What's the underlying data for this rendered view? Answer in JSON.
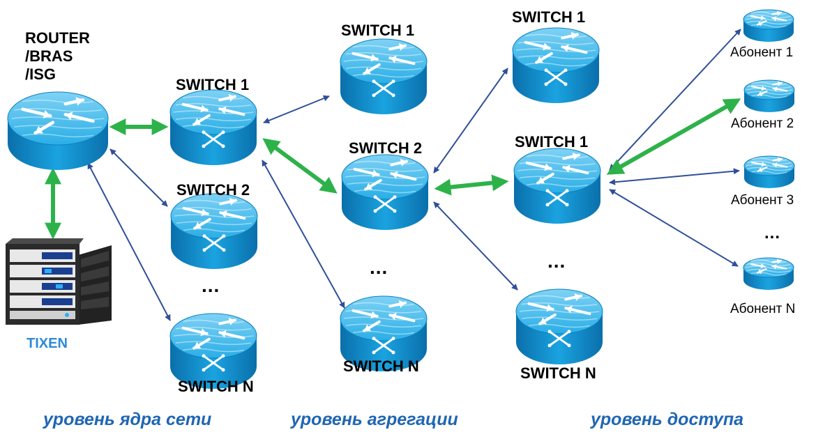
{
  "router": {
    "label": "ROUTER\n/BRAS\n/ISG"
  },
  "server": {
    "label": "TIXEN"
  },
  "core": {
    "switch_top": "SWITCH 1",
    "switch_mid": "SWITCH 2",
    "switch_bottom": "SWITCH N",
    "ellipsis": "..."
  },
  "aggregation": {
    "switch_top": "SWITCH 1",
    "switch_mid": "SWITCH 2",
    "switch_bottom": "SWITCH N",
    "ellipsis": "..."
  },
  "access": {
    "switch_top": "SWITCH 1",
    "switch_mid": "SWITCH 1",
    "switch_bottom": "SWITCH N",
    "ellipsis": "..."
  },
  "subscribers": {
    "s1": "Абонент 1",
    "s2": "Абонент 2",
    "s3": "Абонент 3",
    "ellipsis": "...",
    "sn": "Абонент N"
  },
  "levels": {
    "core": "уровень ядра сети",
    "aggregation": "уровень агрегации",
    "access": "уровень доступа"
  },
  "colors": {
    "device_blue": "#1aa3e0",
    "thin_link": "#2f4f9a",
    "thick_link": "#2db24a",
    "level_text": "#1f66b4",
    "tixen_text": "#2e8ad8"
  }
}
